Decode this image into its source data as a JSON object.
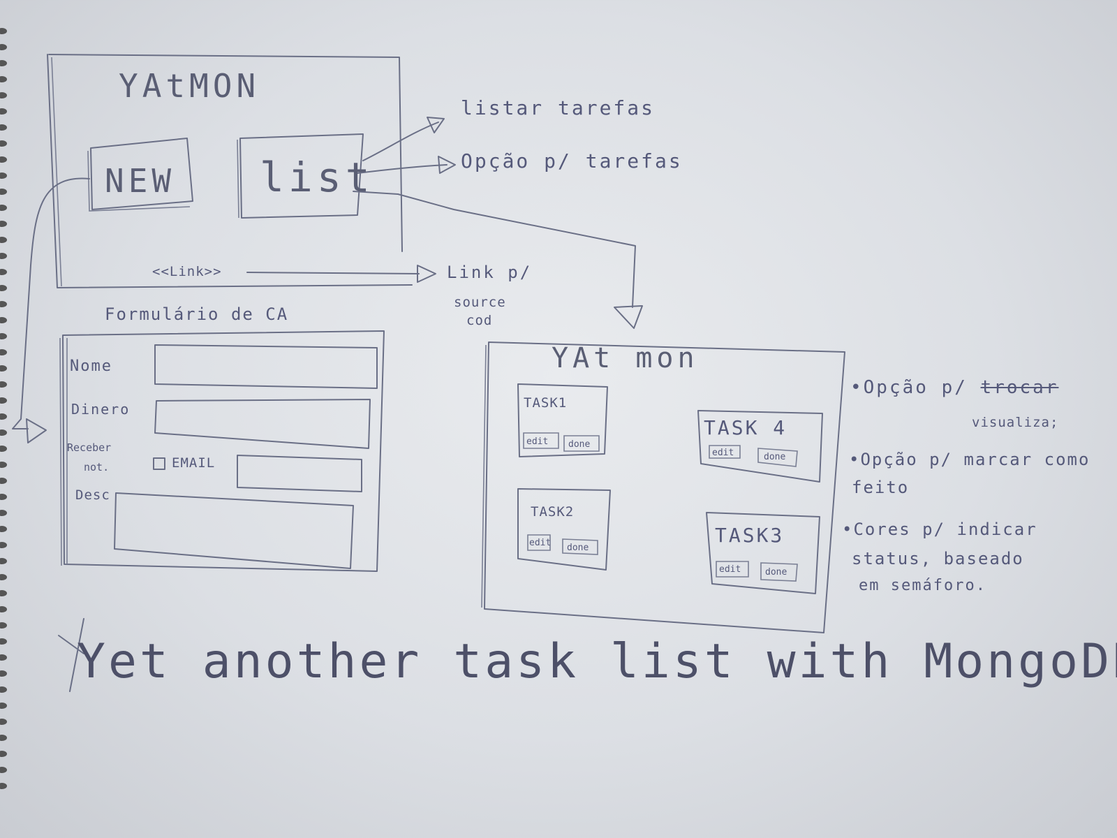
{
  "wireframe_home": {
    "title": "YAtMON",
    "new_button": "NEW",
    "list_button": "list",
    "link_label": "<<Link>>"
  },
  "annotations": {
    "listar": "listar tarefas",
    "opcao": "Opção p/ tarefas",
    "link": "Link p/",
    "source": "source",
    "cod": "cod"
  },
  "form": {
    "heading": "Formulário de CA",
    "nome_label": "Nome",
    "dinero_label": "Dinero",
    "receber_label": "Receber",
    "not_label": "not.",
    "email_label": "EMAIL",
    "desc_label": "Desc"
  },
  "task_screen": {
    "title": "YAt mon",
    "tasks": [
      {
        "name": "TASK1",
        "btn1": "edit",
        "btn2": "done"
      },
      {
        "name": "TASK 4",
        "btn1": "edit",
        "btn2": "done"
      },
      {
        "name": "TASK2",
        "btn1": "edit",
        "btn2": "done"
      },
      {
        "name": "TASK3",
        "btn1": "edit",
        "btn2": "done"
      }
    ]
  },
  "notes": {
    "n1": "•Opção p/",
    "n1_strike": "trocar",
    "n1b": "visualiza;",
    "n2": "•Opção p/ marcar como",
    "n2b": "feito",
    "n3": "•Cores p/ indicar",
    "n3b": "status, baseado",
    "n3c": "em semáforo."
  },
  "caption": "Yet another task list with MongoDB"
}
